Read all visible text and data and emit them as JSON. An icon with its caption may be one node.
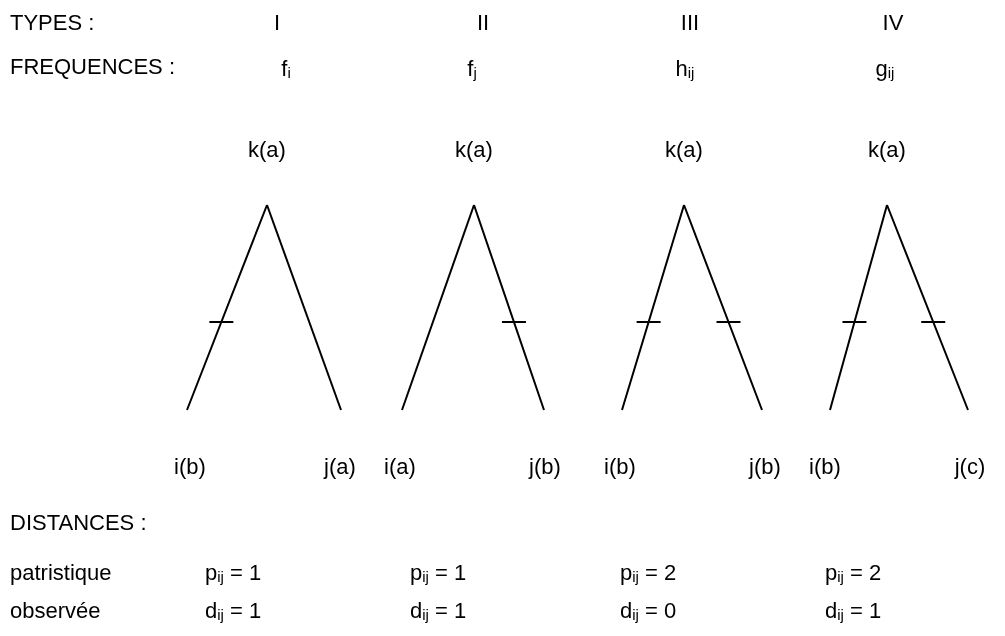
{
  "diagram": {
    "nodes": [
      {
        "text": [
          "k(a)"
        ]
      },
      {
        "text": [
          "i(b)"
        ]
      },
      {
        "text": [
          "j(a)"
        ]
      },
      {
        "text": [
          "k(a)"
        ]
      },
      {
        "text": [
          "i(a)"
        ]
      },
      {
        "text": [
          "j(b)"
        ]
      },
      {
        "text": [
          "k(a)"
        ]
      },
      {
        "text": [
          "i(b)"
        ]
      },
      {
        "text": [
          "j(b)"
        ]
      },
      {
        "text": [
          "k(a)"
        ]
      },
      {
        "text": [
          "i(b)"
        ]
      },
      {
        "text": [
          "j(c)"
        ]
      }
    ],
    "edges": [
      {
        "from": 0,
        "to": 1,
        "arrow": "none"
      },
      {
        "from": 0,
        "to": 2,
        "arrow": "none"
      },
      {
        "from": 3,
        "to": 4,
        "arrow": "none"
      },
      {
        "from": 3,
        "to": 5,
        "arrow": "none"
      },
      {
        "from": 6,
        "to": 7,
        "arrow": "none"
      },
      {
        "from": 6,
        "to": 8,
        "arrow": "none"
      },
      {
        "from": 9,
        "to": 10,
        "arrow": "none"
      },
      {
        "from": 9,
        "to": 11,
        "arrow": "none"
      }
    ],
    "labels": [
      "TYPES :",
      "I",
      "II",
      "III",
      "IV",
      "FREQUENCES :",
      "f$_{i}$",
      "f$_{j}$",
      "h$_{ij}$",
      "g$_{ij}$",
      "DISTANCES :",
      "patristique",
      "p$_{ij}$ = 1",
      "p$_{ij}$ = 1",
      "p$_{ij}$ = 2",
      "p$_{ij}$ = 2",
      "observée",
      "d$_{ij}$ = 1",
      "d$_{ij}$ = 1",
      "d$_{ij}$ = 0",
      "d$_{ij}$ = 1"
    ]
  }
}
